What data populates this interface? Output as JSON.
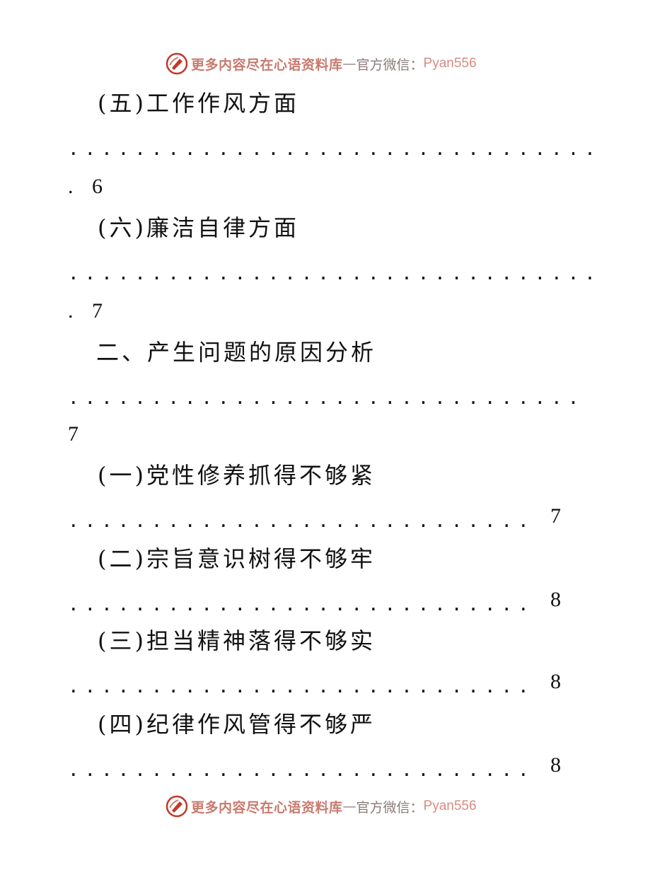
{
  "watermark": {
    "text_main": "更多内容尽在心语资料库",
    "separator": "—",
    "text_label": "官方微信：",
    "wechat_id": "Pyan556",
    "icon": "pen-nib-logo-icon"
  },
  "toc": [
    {
      "label": "(五)工作作风方面",
      "page": "6",
      "level": 2
    },
    {
      "label": "(六)廉洁自律方面",
      "page": "7",
      "level": 2
    },
    {
      "label": "二、产生问题的原因分析",
      "page": "7",
      "level": 1
    },
    {
      "label": "(一)党性修养抓得不够紧",
      "page": "7",
      "level": 2
    },
    {
      "label": "(二)宗旨意识树得不够牢",
      "page": "8",
      "level": 2
    },
    {
      "label": "(三)担当精神落得不够实",
      "page": "8",
      "level": 2
    },
    {
      "label": "(四)纪律作风管得不够严",
      "page": "8",
      "level": 2
    }
  ],
  "leader": {
    "long": "........................................",
    "medium": ".......................................",
    "short": "...................................",
    "single": "."
  }
}
